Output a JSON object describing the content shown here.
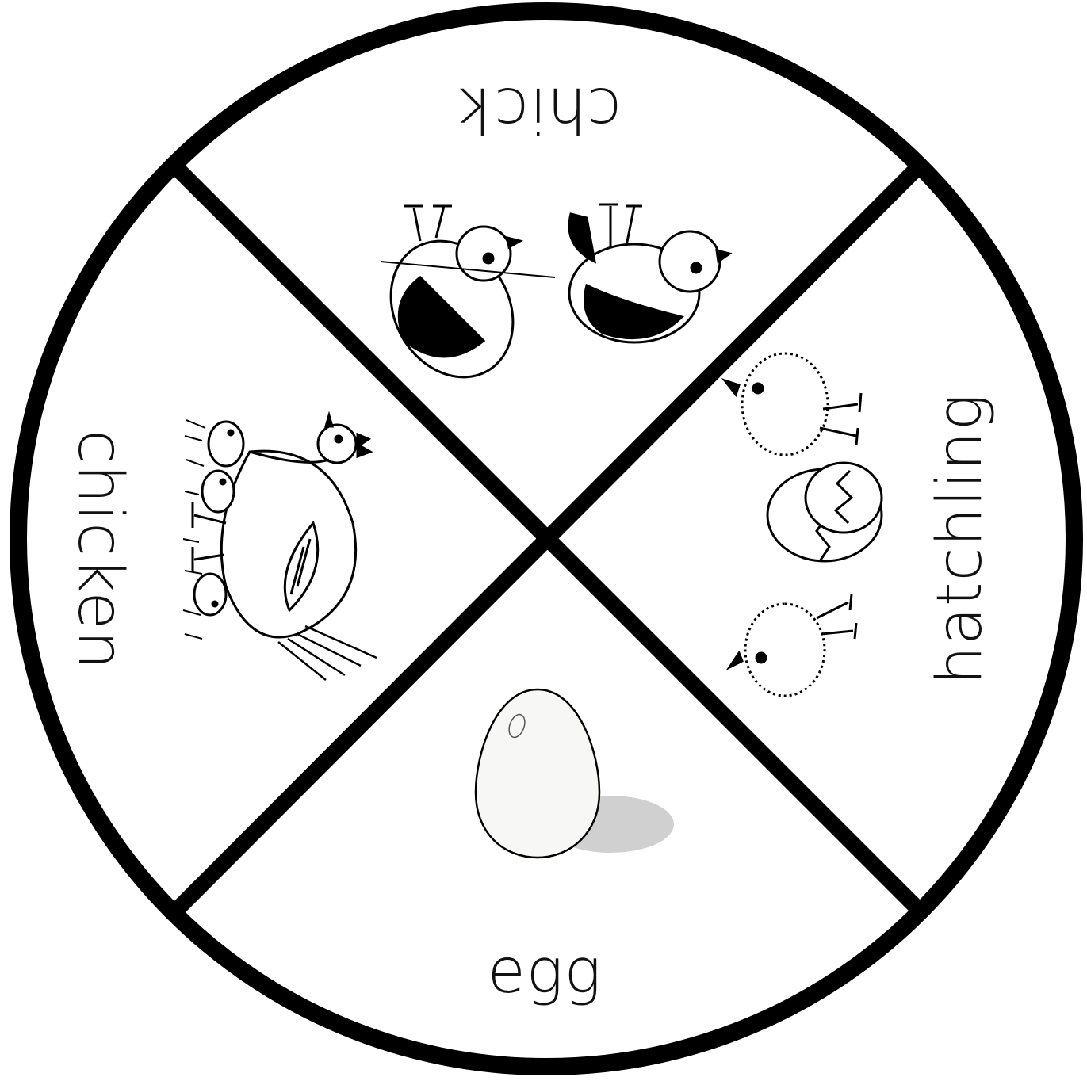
{
  "diagram": {
    "type": "life-cycle-wheel",
    "colors": {
      "ink": "#000000",
      "paper": "#ffffff",
      "egg_shadow": "#c8c8c8"
    },
    "sections": [
      {
        "id": "chick",
        "label": "chick",
        "orientation": "upside-down",
        "icon": "two-chicks-illustration"
      },
      {
        "id": "hatchling",
        "label": "hatchling",
        "orientation": "rotated-counterclockwise",
        "icon": "hatching-chicks-illustration"
      },
      {
        "id": "egg",
        "label": "egg",
        "orientation": "upright",
        "icon": "egg-illustration"
      },
      {
        "id": "chicken",
        "label": "chicken",
        "orientation": "rotated-clockwise",
        "icon": "hen-with-chicks-illustration"
      }
    ]
  }
}
